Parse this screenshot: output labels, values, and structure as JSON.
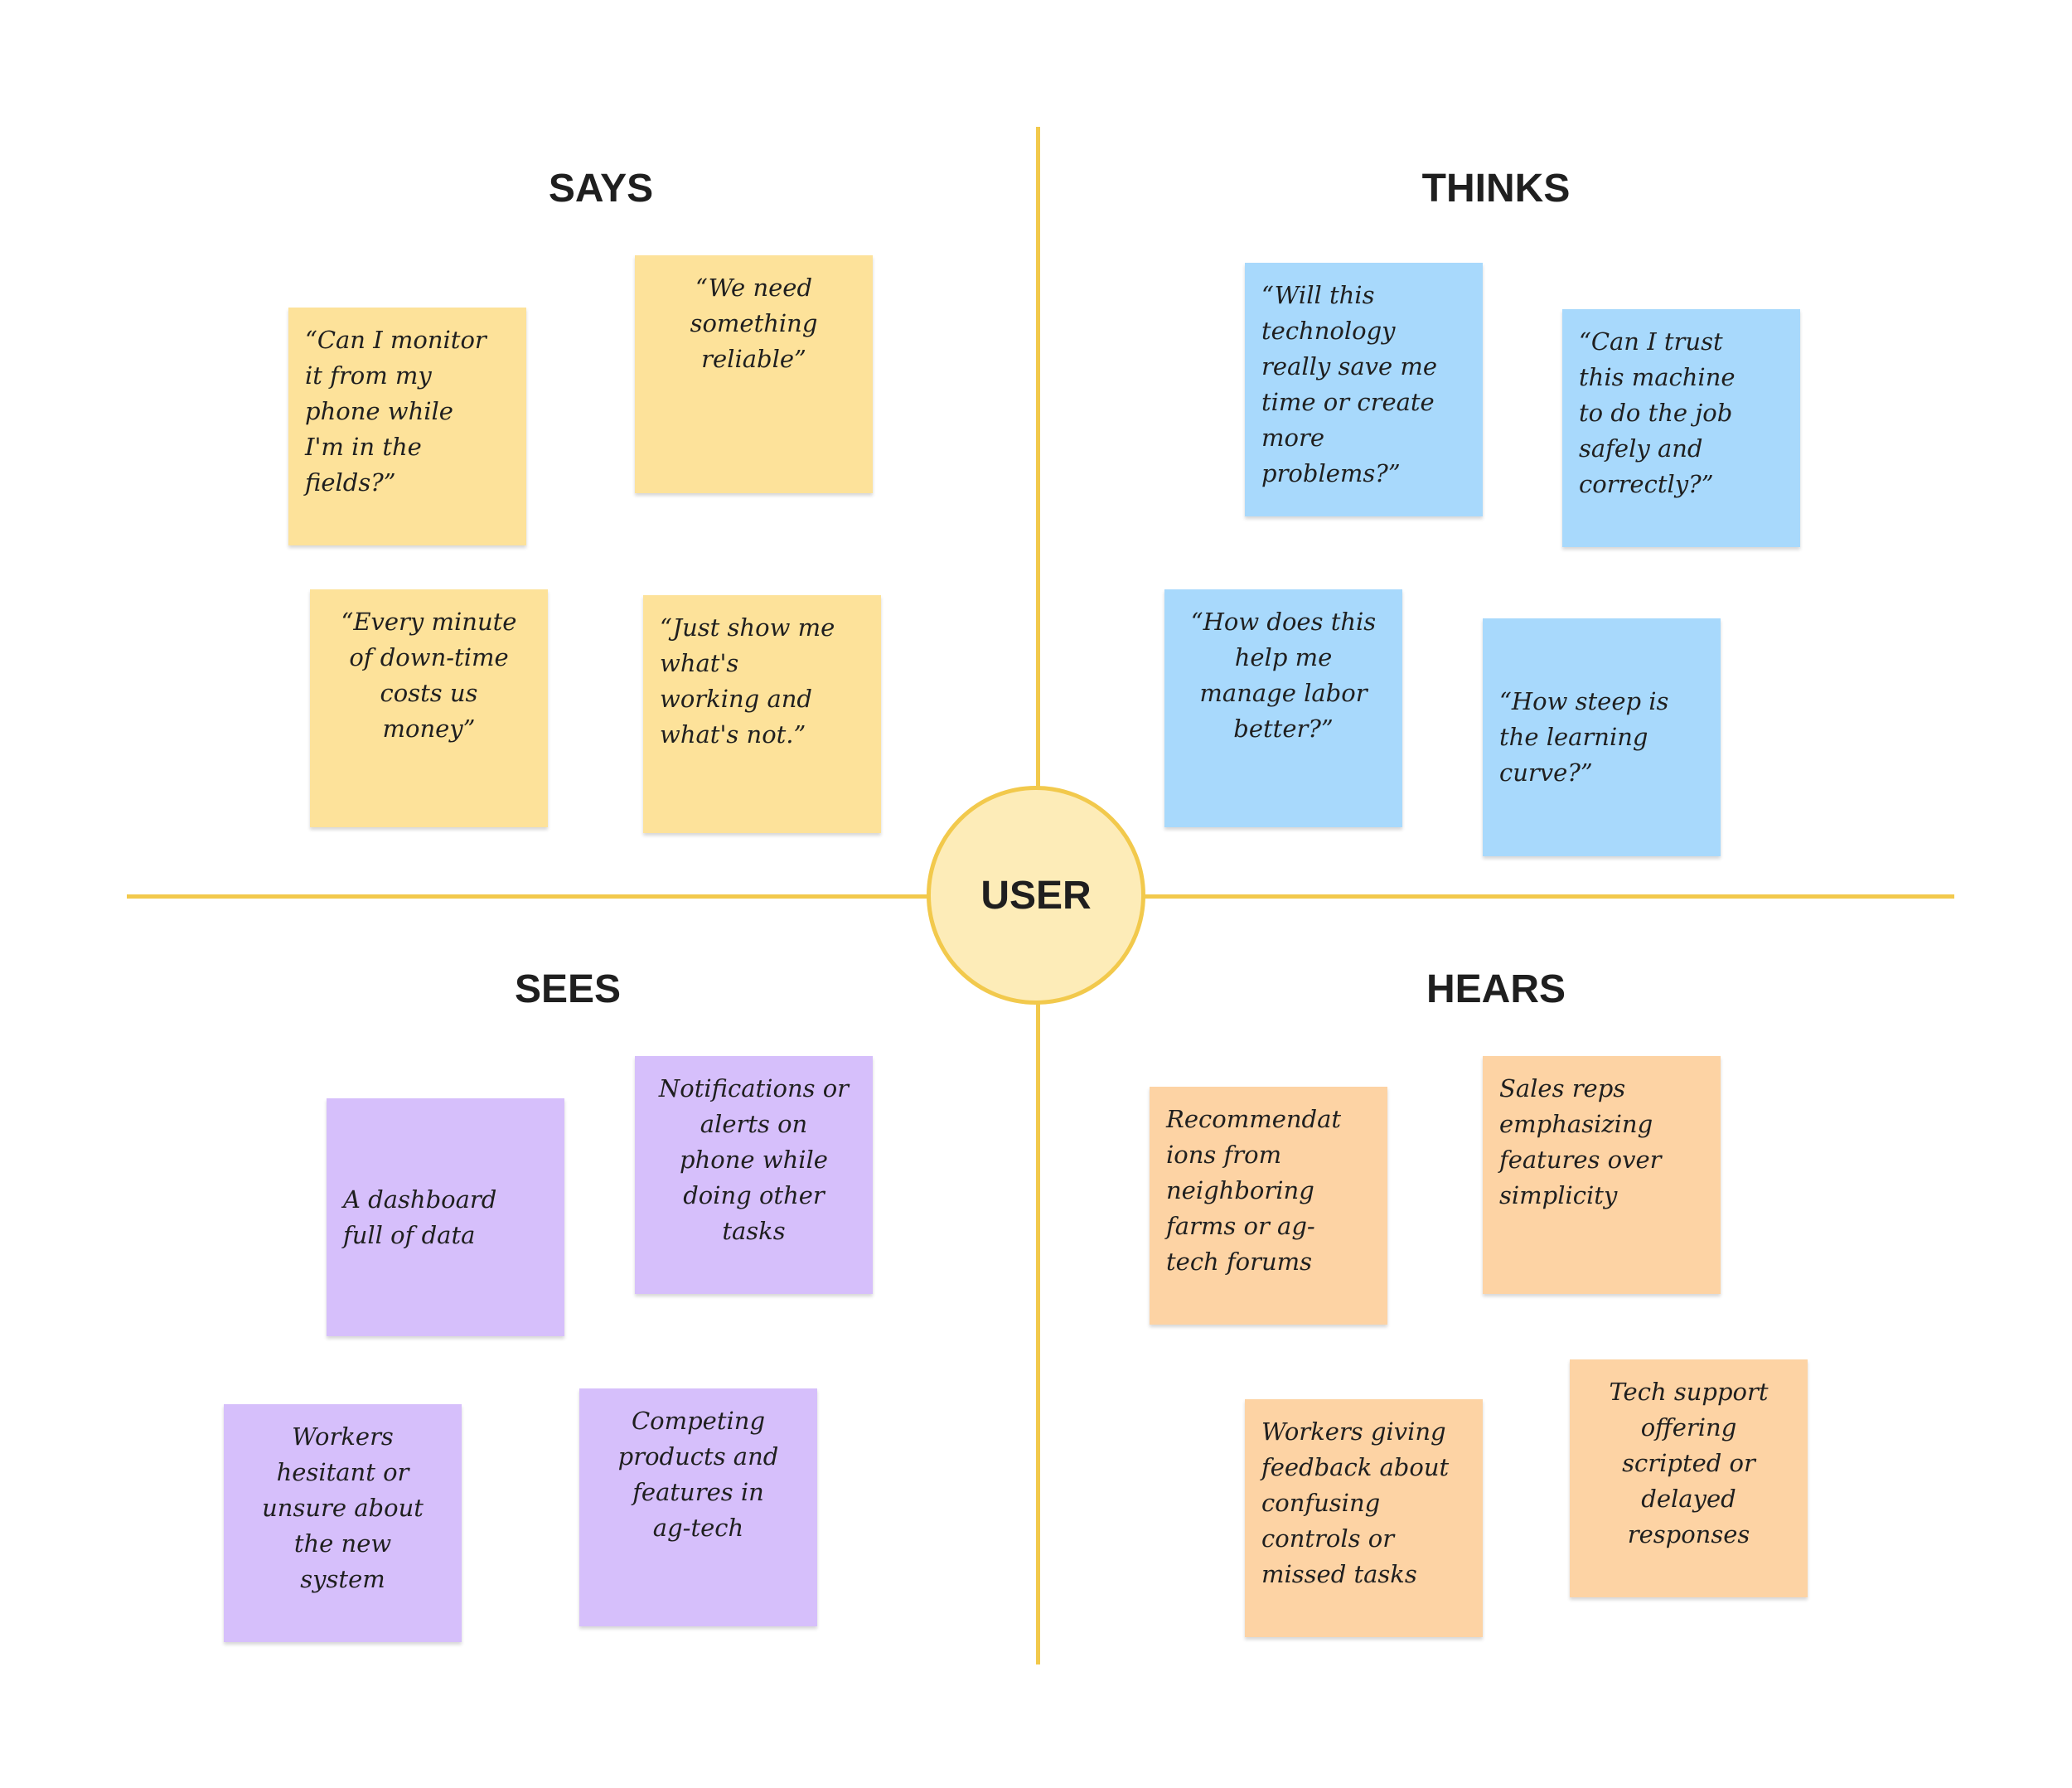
{
  "center": {
    "label": "USER"
  },
  "quadrants": {
    "says": {
      "title": "SAYS",
      "color": "#fde29a",
      "notes": [
        "“Can I monitor\nit from my\nphone while\nI'm in the\nfields?”",
        "“We need\nsomething\nreliable”",
        "“Every minute\nof down-time\ncosts us\nmoney”",
        "“Just show me\nwhat's\nworking and\nwhat's not.”"
      ]
    },
    "thinks": {
      "title": "THINKS",
      "color": "#a8d9fc",
      "notes": [
        "“Will this\ntechnology\nreally save me\ntime or create\nmore\nproblems?”",
        "“Can I trust\nthis machine\nto do the job\nsafely and\ncorrectly?”",
        "“How does this\nhelp me\nmanage labor\nbetter?”",
        "“How steep is\nthe learning\ncurve?”"
      ]
    },
    "sees": {
      "title": "SEES",
      "color": "#d6bffb",
      "notes": [
        "A dashboard\nfull of data",
        "Notifications or\nalerts on\nphone while\ndoing other\ntasks",
        "Workers\nhesitant or\nunsure about\nthe new\nsystem",
        "Competing\nproducts and\nfeatures in\nag-tech"
      ]
    },
    "hears": {
      "title": "HEARS",
      "color": "#fdd3a4",
      "notes": [
        "Recommendat\nions from\nneighboring\nfarms or ag-\ntech forums",
        "Sales reps\nemphasizing\nfeatures over\nsimplicity",
        "Workers giving\nfeedback about\nconfusing\ncontrols or\nmissed tasks",
        "Tech support\noffering\nscripted or\ndelayed\nresponses"
      ]
    }
  },
  "axis_color": "#f2c94c"
}
